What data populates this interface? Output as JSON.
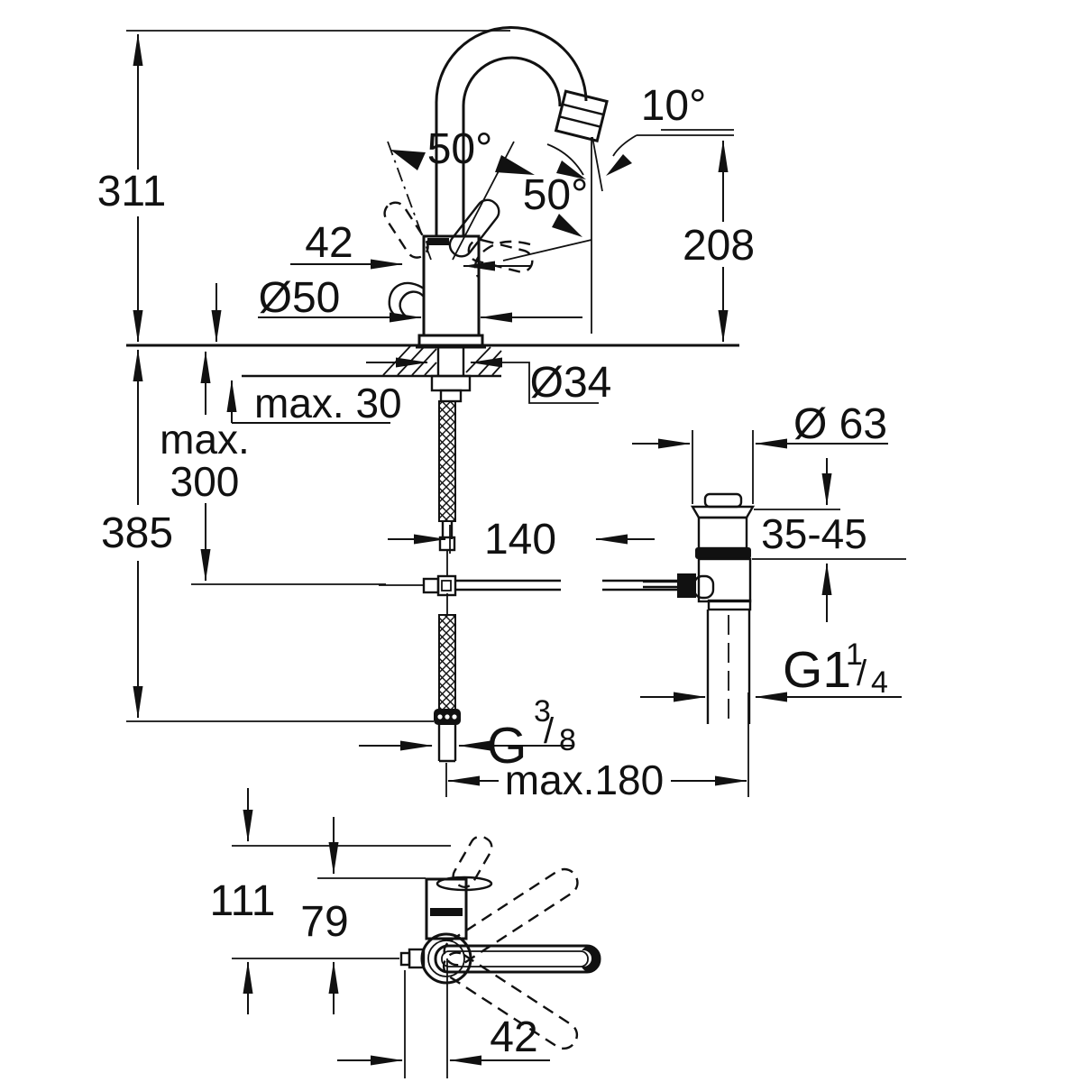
{
  "page": {
    "background": "#ffffff",
    "line_color": "#111111"
  },
  "side_view": {
    "overall_height": "311",
    "handle_swivel_angle": "50°",
    "spout_swivel_angle": "50°",
    "spout_tilt_angle": "10°",
    "spout_outlet_height": "208",
    "handle_width": "42",
    "body_diameter": "Ø50",
    "mounting_hole_diameter": "Ø34",
    "max_deck_thickness": "max. 30",
    "max_hose_drop_line1": "max.",
    "max_hose_drop_line2": "300",
    "total_drop": "385",
    "spout_projection": "140",
    "supply_thread_letter": "G",
    "supply_thread_numerator": "3",
    "supply_thread_slash": "/",
    "supply_thread_denominator": "8",
    "max_rod_reach": "max.180"
  },
  "drain_view": {
    "flange_diameter": "Ø 63",
    "deck_thickness_range": "35-45",
    "thread_main": "G1",
    "thread_numerator": "1",
    "thread_slash": "/",
    "thread_denominator": "4"
  },
  "top_view": {
    "total_depth": "111",
    "body_depth": "79",
    "spout_axis_offset": "42"
  }
}
